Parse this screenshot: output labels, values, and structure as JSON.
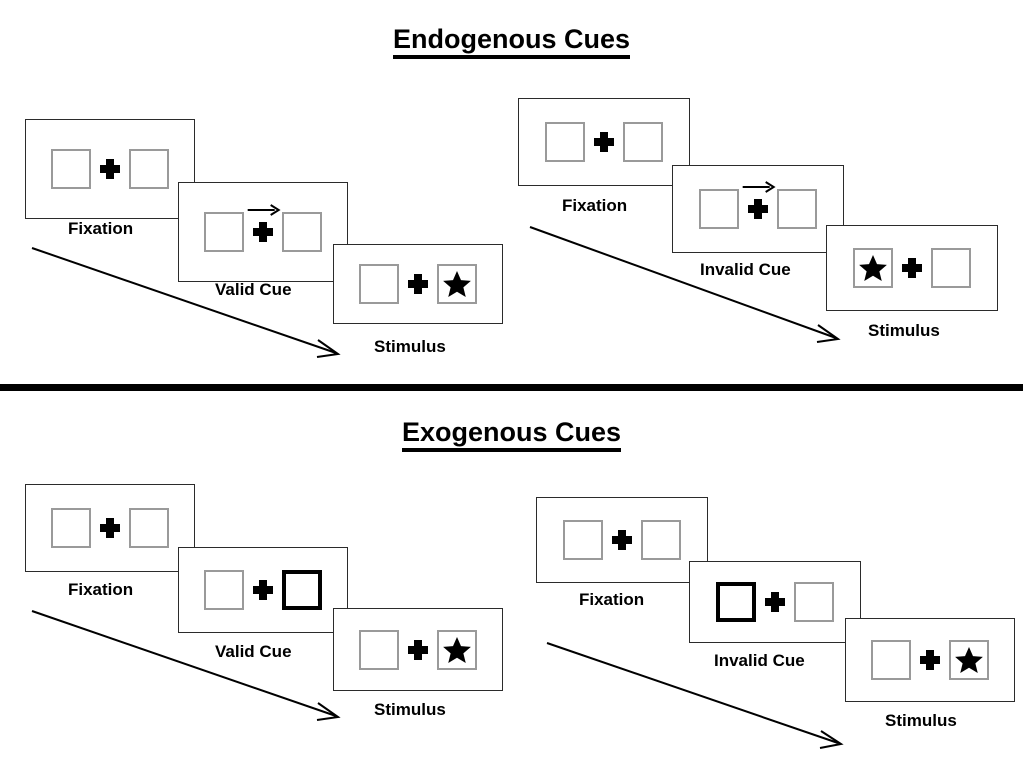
{
  "sections": [
    {
      "title": "Endogenous Cues",
      "sequences": [
        {
          "name": "endogenous-valid",
          "frames": [
            {
              "caption": "Fixation",
              "left_box": "empty",
              "right_box": "empty",
              "cue_arrow": "none"
            },
            {
              "caption": "Valid Cue",
              "left_box": "empty",
              "right_box": "empty",
              "cue_arrow": "right-arrow-icon"
            },
            {
              "caption": "Stimulus",
              "left_box": "empty",
              "right_box": "star",
              "cue_arrow": "none"
            }
          ]
        },
        {
          "name": "endogenous-invalid",
          "frames": [
            {
              "caption": "Fixation",
              "left_box": "empty",
              "right_box": "empty",
              "cue_arrow": "none"
            },
            {
              "caption": "Invalid Cue",
              "left_box": "empty",
              "right_box": "empty",
              "cue_arrow": "right-arrow-icon"
            },
            {
              "caption": "Stimulus",
              "left_box": "star",
              "right_box": "empty",
              "cue_arrow": "none"
            }
          ]
        }
      ]
    },
    {
      "title": "Exogenous Cues",
      "sequences": [
        {
          "name": "exogenous-valid",
          "frames": [
            {
              "caption": "Fixation",
              "left_box": "empty",
              "right_box": "empty",
              "cue_arrow": "none"
            },
            {
              "caption": "Valid Cue",
              "left_box": "empty",
              "right_box": "cued",
              "cue_arrow": "none"
            },
            {
              "caption": "Stimulus",
              "left_box": "empty",
              "right_box": "star",
              "cue_arrow": "none"
            }
          ]
        },
        {
          "name": "exogenous-invalid",
          "frames": [
            {
              "caption": "Fixation",
              "left_box": "empty",
              "right_box": "empty",
              "cue_arrow": "none"
            },
            {
              "caption": "Invalid Cue",
              "left_box": "cued",
              "right_box": "empty",
              "cue_arrow": "none"
            },
            {
              "caption": "Stimulus",
              "left_box": "empty",
              "right_box": "star",
              "cue_arrow": "none"
            }
          ]
        }
      ]
    }
  ],
  "icons": {
    "fixation_cross": "plus-icon",
    "target": "star-icon",
    "cue": "right-arrow-icon",
    "flow": "diagonal-arrow-icon"
  },
  "colors": {
    "ink": "#000000",
    "frame_border": "#2b2b2b",
    "box_border": "#9a9a9a",
    "cued_box_border": "#000000",
    "background": "#ffffff",
    "divider": "#000000"
  }
}
